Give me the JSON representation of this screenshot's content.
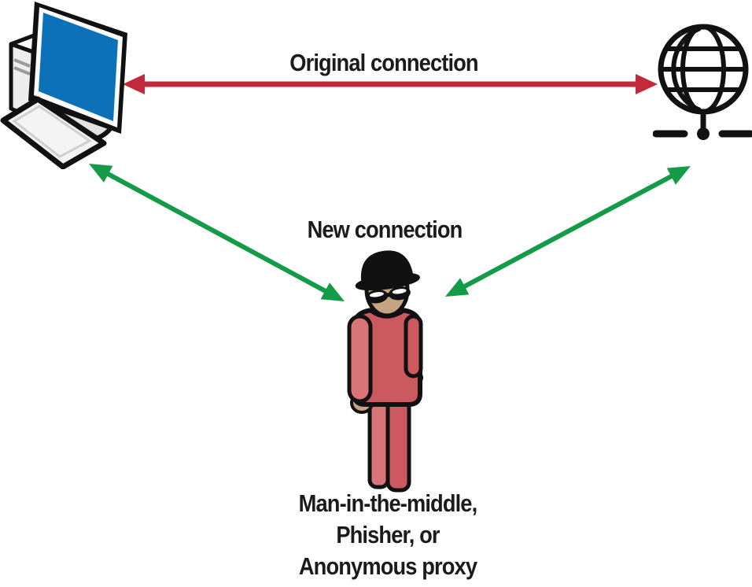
{
  "diagram": {
    "labels": {
      "original_connection": "Original connection",
      "new_connection": "New connection",
      "attacker": "Man-in-the-middle,\nPhisher, or\nAnonymous proxy"
    },
    "icons": {
      "left_node": "computer-icon",
      "right_node": "internet-globe-icon",
      "middle_node": "attacker-person-icon"
    },
    "colors": {
      "original_connection_arrow": "#c2293a",
      "new_connection_arrow": "#149b48",
      "monitor_screen": "#0c71b8",
      "attacker_shirt": "#cd5960",
      "attacker_shirt_light": "#d97579",
      "attacker_skin": "#c6a383",
      "text": "#1b1b1b",
      "background": "#ffffff"
    }
  }
}
